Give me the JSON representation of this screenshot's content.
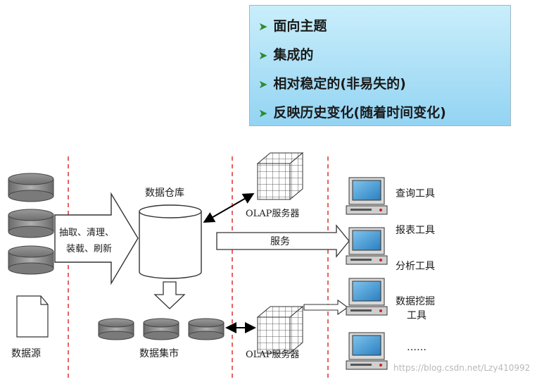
{
  "callout": {
    "items": [
      "面向主题",
      "集成的",
      "相对稳定的(非易失的)",
      "反映历史变化(随着时间变化)"
    ]
  },
  "diagram": {
    "source_label": "数据源",
    "etl_line1": "抽取、清理、",
    "etl_line2": "装载、刷新",
    "warehouse_label": "数据仓库",
    "datamart_label": "数据集市",
    "olap_top_label": "OLAP服务器",
    "olap_bottom_label": "OLAP服务器",
    "service_label": "服务",
    "tools": [
      "查询工具",
      "报表工具",
      "分析工具",
      "数据挖掘",
      "工具",
      "……"
    ]
  },
  "watermark": "https://blog.csdn.net/Lzy410992"
}
